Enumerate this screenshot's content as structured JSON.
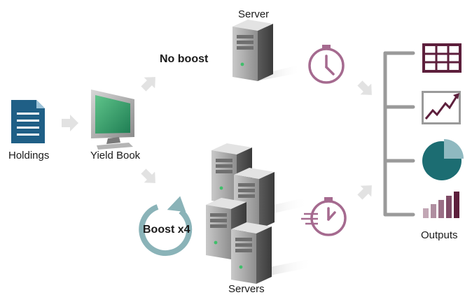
{
  "labels": {
    "holdings": "Holdings",
    "yield_book": "Yield Book",
    "server": "Server",
    "no_boost": "No boost",
    "boost": "Boost x4",
    "servers": "Servers",
    "outputs": "Outputs"
  },
  "colors": {
    "doc_blue": "#1f5f86",
    "teal": "#1c6d72",
    "teal_light": "#8fb9c0",
    "boost_arrow": "#8ab3b8",
    "maroon": "#5d1f3c",
    "timer": "#a56a8f",
    "arrow_gray": "#e2e2e2",
    "bracket_gray": "#9a9a9a",
    "screen_green": "#3aa56a"
  },
  "icons": [
    "document-icon",
    "monitor-icon",
    "server-icon",
    "stopwatch-icon",
    "table-grid-icon",
    "line-chart-icon",
    "pie-chart-icon",
    "bar-chart-icon",
    "refresh-icon"
  ]
}
